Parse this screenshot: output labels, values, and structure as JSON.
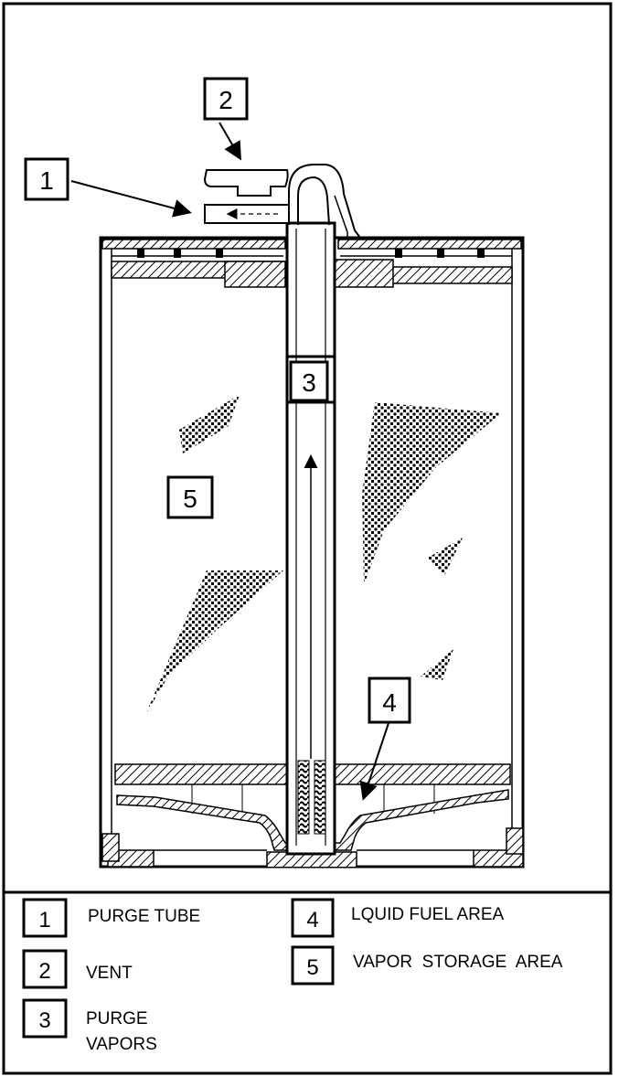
{
  "callouts": {
    "c1": "1",
    "c2": "2",
    "c3": "3",
    "c4": "4",
    "c5": "5"
  },
  "legend": {
    "items": [
      {
        "num": "1",
        "label": "PURGE TUBE"
      },
      {
        "num": "2",
        "label": "VENT"
      },
      {
        "num": "3",
        "label_line1": "PURGE",
        "label_line2": "VAPORS"
      },
      {
        "num": "4",
        "label": "LQUID FUEL AREA"
      },
      {
        "num": "5",
        "label": "VAPOR  STORAGE  AREA"
      }
    ]
  },
  "colors": {
    "ink": "#000000",
    "paper": "#ffffff"
  }
}
